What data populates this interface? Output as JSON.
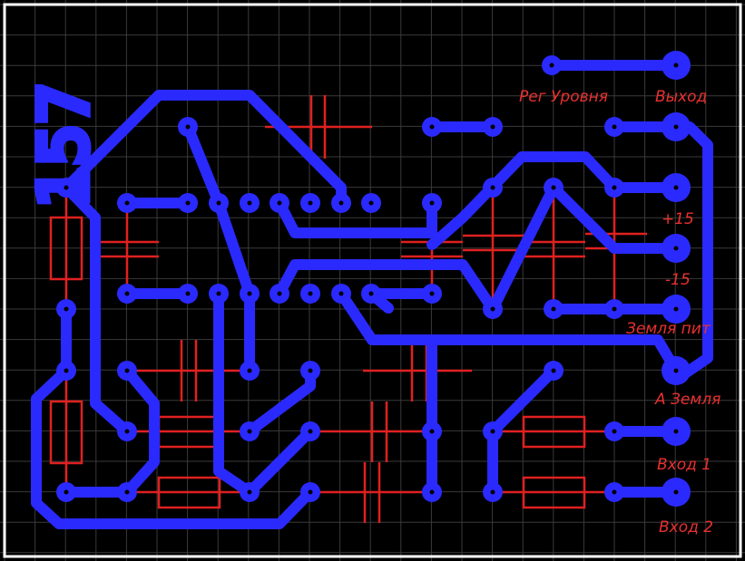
{
  "board": {
    "id_text": "157",
    "colors": {
      "copper": "#2a2aff",
      "silk": "#e02020",
      "grid": "#444444",
      "border": "#ffffff"
    }
  },
  "labels": {
    "reg_level": "Рег Уровня",
    "output": "Выход",
    "plus15": "+15",
    "minus15": "-15",
    "power_ground": "Земля пит",
    "a_ground": "А Земля",
    "input1": "Вход 1",
    "input2": "Вход 2"
  }
}
